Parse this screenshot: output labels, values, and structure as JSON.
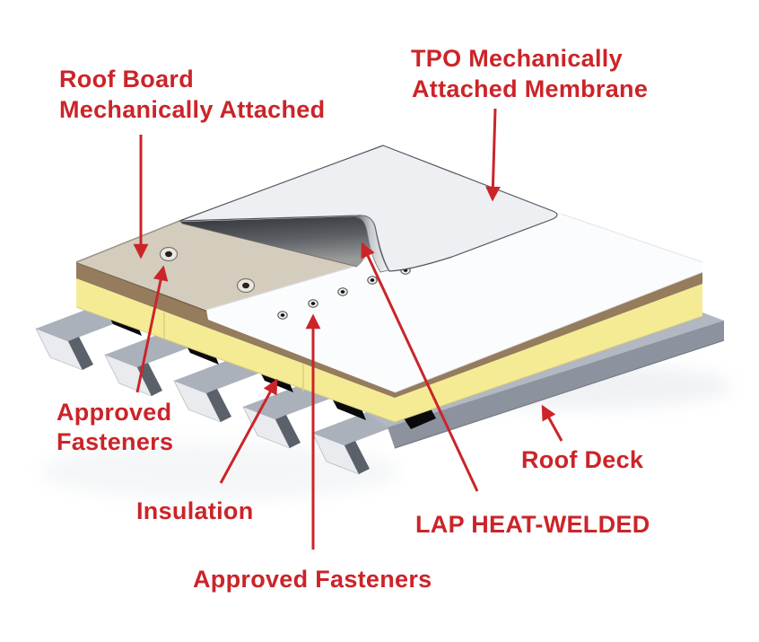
{
  "colors": {
    "accent_red": "#cb2429",
    "membrane_white": "#fbfcfe",
    "lap_sheet": "#edeff3",
    "roof_board_tan": "#d4cdbe",
    "board_edge_brown": "#957c5d",
    "insulation_yellow": "#f6eb95",
    "deck_gray": "#98a0aa",
    "flute_black": "#0a0a0c"
  },
  "labels": {
    "roof_board": {
      "line1": "Roof Board",
      "line2": "Mechanically Attached"
    },
    "tpo_membrane": {
      "line1": "TPO Mechanically",
      "line2": "Attached Membrane"
    },
    "approved_fasteners_left": {
      "line1": "Approved",
      "line2": "Fasteners"
    },
    "insulation": {
      "text": "Insulation"
    },
    "approved_fasteners_bottom": {
      "text": "Approved Fasteners"
    },
    "roof_deck": {
      "text": "Roof Deck"
    },
    "lap_heat_welded": {
      "text": "LAP HEAT-WELDED"
    }
  }
}
